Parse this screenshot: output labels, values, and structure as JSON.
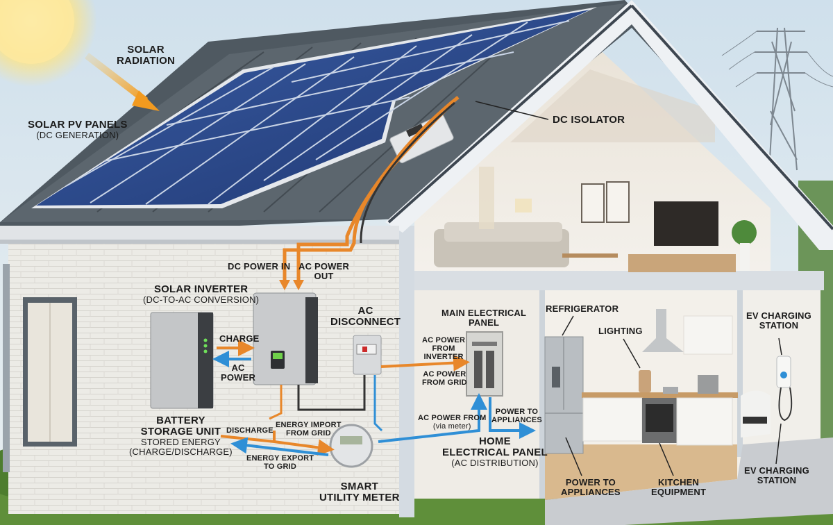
{
  "diagram": {
    "type": "residential-solar-pv-system-illustration",
    "colors": {
      "dc_flow": "#e8872a",
      "ac_flow": "#2f8fd6",
      "sky": "#cfe0ec",
      "wall": "#ecebe6",
      "roof": "#55606a",
      "panel": "#2b4a8a",
      "grass": "#5f8f3a"
    },
    "labels": {
      "solar_radiation": {
        "line1": "SOLAR",
        "line2": "RADIATION"
      },
      "solar_pv_panels": {
        "title": "SOLAR PV PANELS",
        "subtitle": "(DC GENERATION)"
      },
      "dc_isolator": "DC ISOLATOR",
      "dc_power_in": "DC POWER IN",
      "ac_power_out": {
        "line1": "AC POWER",
        "line2": "OUT"
      },
      "solar_inverter": {
        "title": "SOLAR INVERTER",
        "subtitle": "(DC-TO-AC CONVERSION)"
      },
      "ac_disconnect": {
        "line1": "AC",
        "line2": "DISCONNECT"
      },
      "charge": "CHARGE",
      "ac_power": {
        "line1": "AC",
        "line2": "POWER"
      },
      "battery_storage": {
        "line1": "BATTERY",
        "line2": "STORAGE UNIT",
        "line3": "STORED ENERGY",
        "line4": "(CHARGE/DISCHARGE)"
      },
      "discharge": "DISCHARGE",
      "energy_import": {
        "line1": "ENERGY IMPORT",
        "line2": "FROM GRID"
      },
      "energy_export": {
        "line1": "ENERGY EXPORT",
        "line2": "TO GRID"
      },
      "smart_meter": {
        "line1": "SMART",
        "line2": "UTILITY METER"
      },
      "main_panel": {
        "line1": "MAIN ELECTRICAL",
        "line2": "PANEL"
      },
      "ac_from_inverter": {
        "line1": "AC POWER",
        "line2": "FROM",
        "line3": "INVERTER"
      },
      "ac_from_grid": {
        "line1": "AC POWER",
        "line2": "FROM GRID"
      },
      "ac_from_meter": {
        "line1": "AC POWER FROM",
        "line2": "(via meter)"
      },
      "power_to_appliances_panel": {
        "line1": "POWER TO",
        "line2": "APPLIANCES"
      },
      "home_panel": {
        "line1": "HOME",
        "line2": "ELECTRICAL PANEL",
        "line3": "(AC DISTRIBUTION)"
      },
      "refrigerator": "REFRIGERATOR",
      "lighting": "LIGHTING",
      "ev_station_top": {
        "line1": "EV CHARGING",
        "line2": "STATION"
      },
      "power_to_appliances": {
        "line1": "POWER TO",
        "line2": "APPLIANCES"
      },
      "kitchen_equipment": {
        "line1": "KITCHEN",
        "line2": "EQUIPMENT"
      },
      "ev_station_bottom": {
        "line1": "EV CHARGING",
        "line2": "STATION"
      }
    }
  }
}
